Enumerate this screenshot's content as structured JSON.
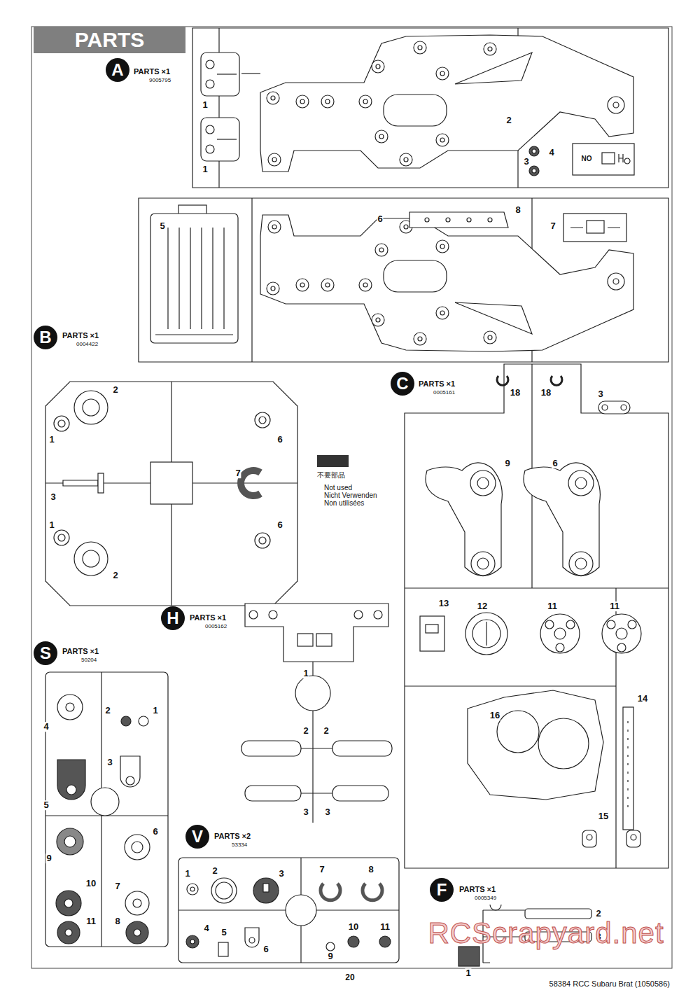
{
  "diagram": {
    "nodes": [
      {
        "text": [
          "PARTS"
        ]
      },
      {
        "text": [
          "A"
        ]
      },
      {
        "text": [
          "B"
        ]
      },
      {
        "text": [
          "C"
        ]
      },
      {
        "text": [
          "H"
        ]
      },
      {
        "text": [
          "S"
        ]
      },
      {
        "text": [
          "V"
        ]
      },
      {
        "text": [
          "F"
        ]
      }
    ],
    "labels": [
      "PARTS ×1",
      "9005795",
      "1",
      "1",
      "2",
      "3",
      "4",
      "NO",
      "5",
      "6",
      "8",
      "7",
      "PARTS ×1",
      "0004422",
      "2",
      "1",
      "6",
      "7",
      "3",
      "1",
      "6",
      "2",
      "Not used",
      "Nicht Verwenden",
      "Non utilisées",
      "PARTS ×1",
      "0005161",
      "18",
      "18",
      "3",
      "9",
      "6",
      "13",
      "12",
      "11",
      "11",
      "14",
      "16",
      "15",
      "PARTS ×1",
      "0005162",
      "1",
      "2",
      "2",
      "3",
      "3",
      "PARTS ×1",
      "50204",
      "4",
      "2",
      "1",
      "5",
      "3",
      "9",
      "6",
      "10",
      "7",
      "11",
      "8",
      "PARTS ×2",
      "53334",
      "1",
      "2",
      "3",
      "7",
      "8",
      "4",
      "5",
      "6",
      "9",
      "10",
      "11",
      "PARTS ×1",
      "0005349",
      "2",
      "3",
      "1",
      "20",
      "58384 RCC Subaru Brat (1050586)",
      "RCScrapyard.net"
    ],
    "legend": [
      {
        "text": "不要部品",
        "color": "#333333"
      }
    ]
  }
}
